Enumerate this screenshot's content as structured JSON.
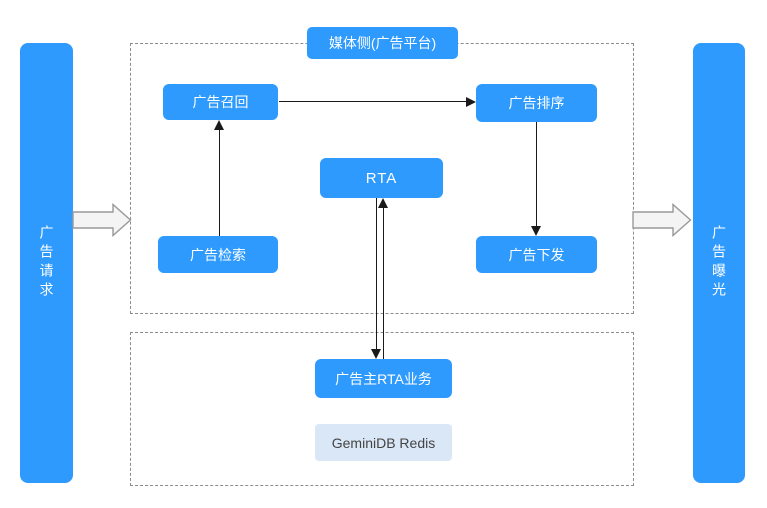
{
  "bars": {
    "request_label": "广告请求",
    "exposure_label": "广告曝光"
  },
  "media_platform": {
    "title": "媒体侧(广告平台)",
    "nodes": {
      "recall": "广告召回",
      "ranking": "广告排序",
      "rta": "RTA",
      "retrieval": "广告检索",
      "delivery": "广告下发"
    }
  },
  "advertiser": {
    "rta_service": "广告主RTA业务",
    "database": "GeminiDB Redis"
  },
  "colors": {
    "node_blue": "#2E9AFE",
    "db_box_bg": "#DAE7F7",
    "db_box_text": "#444444",
    "dashed_border": "#8C8C8C",
    "arrow_line": "#1A1A1A",
    "block_arrow_fill": "#F4F4F4",
    "block_arrow_stroke": "#999999"
  }
}
